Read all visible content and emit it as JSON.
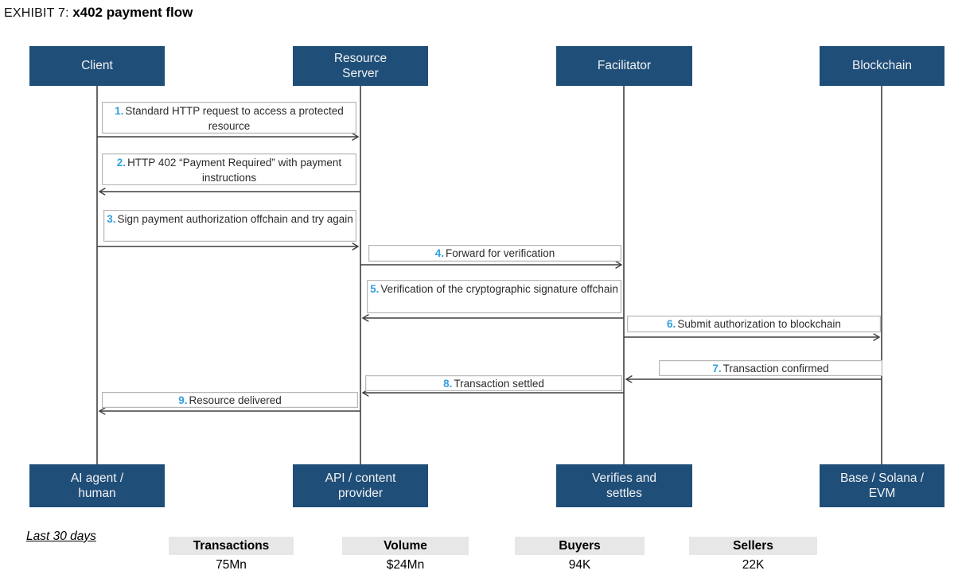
{
  "title": {
    "exhibit": "EXHIBIT 7:",
    "name": "x402 payment flow"
  },
  "actors": [
    {
      "top": "Client",
      "bottom": "AI agent /\nhuman"
    },
    {
      "top": "Resource\nServer",
      "bottom": "API / content\nprovider"
    },
    {
      "top": "Facilitator",
      "bottom": "Verifies and\nsettles"
    },
    {
      "top": "Blockchain",
      "bottom": "Base / Solana /\nEVM"
    }
  ],
  "messages": [
    {
      "num": "1.",
      "text": "Standard HTTP request to access a protected resource",
      "from": "Client",
      "to": "Resource Server"
    },
    {
      "num": "2.",
      "text": "HTTP 402 “Payment Required” with payment instructions",
      "from": "Resource Server",
      "to": "Client"
    },
    {
      "num": "3.",
      "text": "Sign payment authorization offchain and try again",
      "from": "Client",
      "to": "Resource Server"
    },
    {
      "num": "4.",
      "text": "Forward for verification",
      "from": "Resource Server",
      "to": "Facilitator"
    },
    {
      "num": "5.",
      "text": "Verification of the cryptographic signature offchain",
      "from": "Facilitator",
      "to": "Resource Server"
    },
    {
      "num": "6.",
      "text": "Submit authorization to blockchain",
      "from": "Facilitator",
      "to": "Blockchain"
    },
    {
      "num": "7.",
      "text": "Transaction confirmed",
      "from": "Blockchain",
      "to": "Facilitator"
    },
    {
      "num": "8.",
      "text": "Transaction settled",
      "from": "Facilitator",
      "to": "Resource Server"
    },
    {
      "num": "9.",
      "text": "Resource delivered",
      "from": "Resource Server",
      "to": "Client"
    }
  ],
  "stats": {
    "period": "Last 30 days",
    "items": [
      {
        "label": "Transactions",
        "value": "75Mn"
      },
      {
        "label": "Volume",
        "value": "$24Mn"
      },
      {
        "label": "Buyers",
        "value": "94K"
      },
      {
        "label": "Sellers",
        "value": "22K"
      }
    ]
  },
  "colors": {
    "actor_box": "#1F4E79",
    "actor_text": "#F2F2F2",
    "step_number": "#33A0DC",
    "arrow": "#3F3F3F",
    "label_border": "#B7B7B7",
    "stat_header_bg": "#E7E7E7"
  }
}
